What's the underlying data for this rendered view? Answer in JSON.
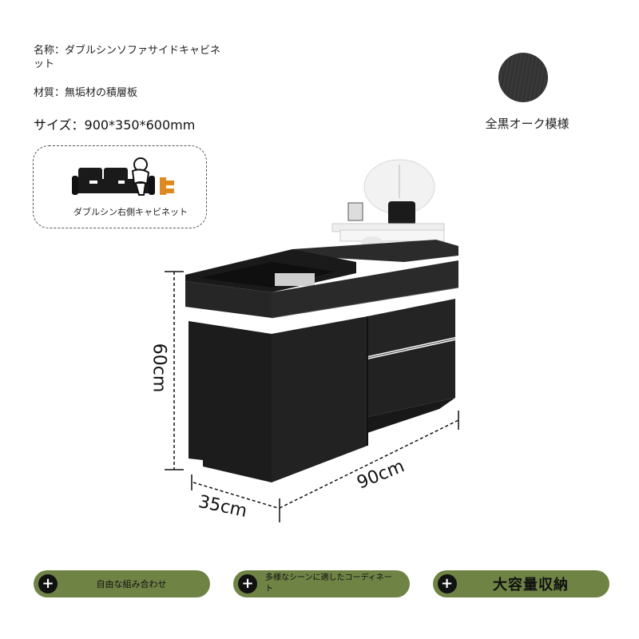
{
  "spec": {
    "name": "名称：ダブルシンソファサイドキャビネット",
    "material": "材質：無垢材の積層板",
    "size": "サイズ：900*350*600mm"
  },
  "color_option": {
    "label": "全黒オーク模様",
    "swatch_color": "#2f2f2f"
  },
  "badge": {
    "label": "ダブルシン右側キャビネット",
    "icon": "sofa-side-cabinet-icon",
    "accent_color": "#e08a1e"
  },
  "dimensions": {
    "height": "60cm",
    "depth": "35cm",
    "width": "90cm"
  },
  "product_image": {
    "icon": "black-side-cabinet-illustration",
    "color": "#1c1c1c"
  },
  "features": [
    {
      "label": "自由な組み合わせ"
    },
    {
      "label": "多様なシーンに適したコーディネート"
    },
    {
      "label": "大容量収納"
    }
  ],
  "feature_color": "#6f8345"
}
